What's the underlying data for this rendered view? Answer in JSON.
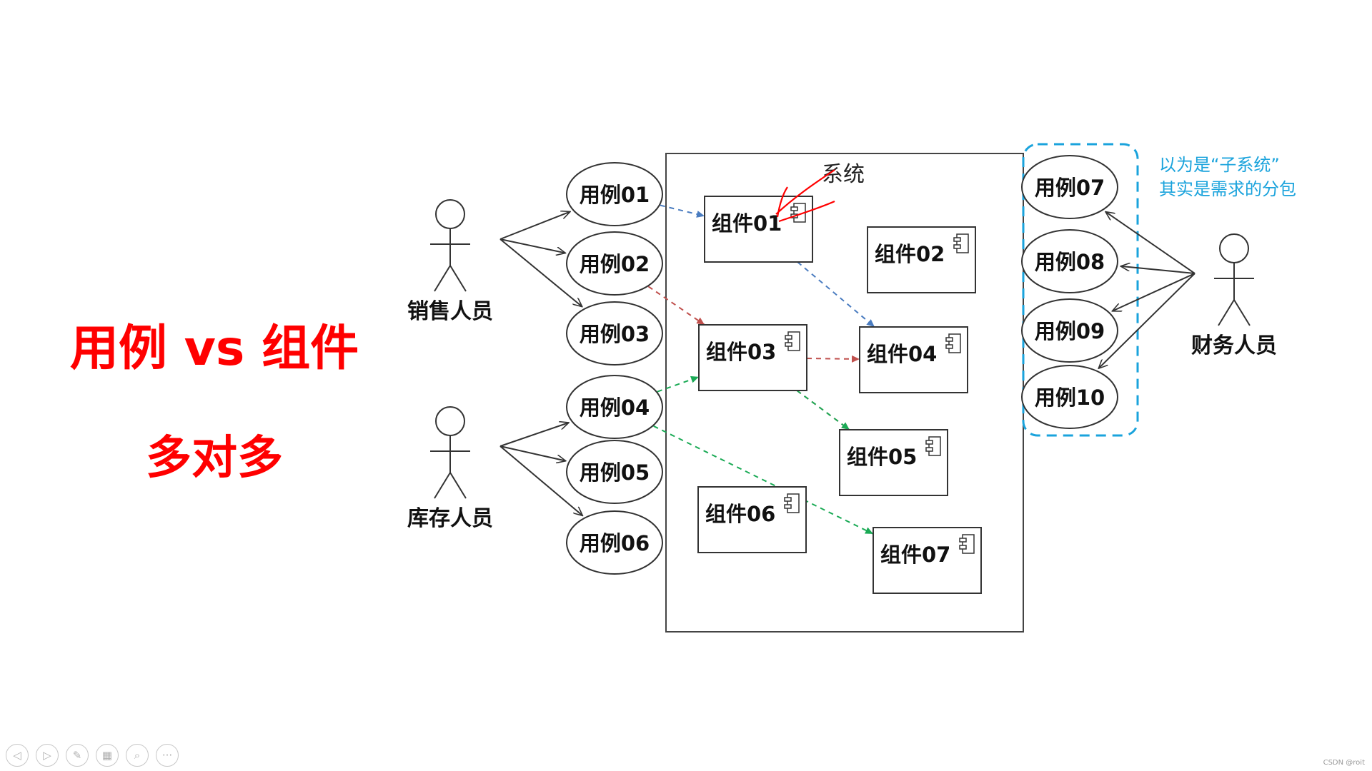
{
  "slide": {
    "title": "用例 vs 组件",
    "subtitle": "多对多"
  },
  "diagram": {
    "system_label": "系统",
    "actors": [
      {
        "id": "sales",
        "label": "销售人员"
      },
      {
        "id": "stock",
        "label": "库存人员"
      },
      {
        "id": "finance",
        "label": "财务人员"
      }
    ],
    "use_cases": [
      {
        "id": "uc01",
        "label": "用例01"
      },
      {
        "id": "uc02",
        "label": "用例02"
      },
      {
        "id": "uc03",
        "label": "用例03"
      },
      {
        "id": "uc04",
        "label": "用例04"
      },
      {
        "id": "uc05",
        "label": "用例05"
      },
      {
        "id": "uc06",
        "label": "用例06"
      },
      {
        "id": "uc07",
        "label": "用例07"
      },
      {
        "id": "uc08",
        "label": "用例08"
      },
      {
        "id": "uc09",
        "label": "用例09"
      },
      {
        "id": "uc10",
        "label": "用例10"
      }
    ],
    "components": [
      {
        "id": "c01",
        "label": "组件01"
      },
      {
        "id": "c02",
        "label": "组件02"
      },
      {
        "id": "c03",
        "label": "组件03"
      },
      {
        "id": "c04",
        "label": "组件04"
      },
      {
        "id": "c05",
        "label": "组件05"
      },
      {
        "id": "c06",
        "label": "组件06"
      },
      {
        "id": "c07",
        "label": "组件07"
      }
    ],
    "actor_links": [
      {
        "from": "sales",
        "to": "uc01"
      },
      {
        "from": "sales",
        "to": "uc02"
      },
      {
        "from": "sales",
        "to": "uc03"
      },
      {
        "from": "stock",
        "to": "uc04"
      },
      {
        "from": "stock",
        "to": "uc05"
      },
      {
        "from": "stock",
        "to": "uc06"
      },
      {
        "from": "finance",
        "to": "uc07"
      },
      {
        "from": "finance",
        "to": "uc08"
      },
      {
        "from": "finance",
        "to": "uc09"
      },
      {
        "from": "finance",
        "to": "uc10"
      }
    ],
    "dependencies": [
      {
        "from": "uc01",
        "to": "c01",
        "color": "#4a7cc0"
      },
      {
        "from": "c01",
        "to": "c04",
        "color": "#4a7cc0"
      },
      {
        "from": "uc02",
        "to": "c03",
        "color": "#c0504d"
      },
      {
        "from": "c03",
        "to": "c04",
        "color": "#c0504d"
      },
      {
        "from": "c03",
        "to": "c05",
        "color": "#c0504d"
      },
      {
        "from": "uc04",
        "to": "c03",
        "color": "#1aaa55"
      },
      {
        "from": "c03",
        "to": "c05",
        "color": "#1aaa55"
      },
      {
        "from": "uc04",
        "to": "c07",
        "color": "#1aaa55"
      }
    ],
    "annotation": {
      "line1": "以为是“子系统”",
      "line2": "其实是需求的分包",
      "color": "#1aa3dc"
    },
    "markup_color": "#ff0000"
  },
  "toolbar": {
    "buttons": [
      {
        "name": "prev-icon",
        "glyph": "◁"
      },
      {
        "name": "next-icon",
        "glyph": "▷"
      },
      {
        "name": "pen-icon",
        "glyph": "✎"
      },
      {
        "name": "slides-icon",
        "glyph": "▦"
      },
      {
        "name": "zoom-icon",
        "glyph": "⌕"
      },
      {
        "name": "more-icon",
        "glyph": "···"
      }
    ]
  },
  "watermark": "CSDN @roit"
}
